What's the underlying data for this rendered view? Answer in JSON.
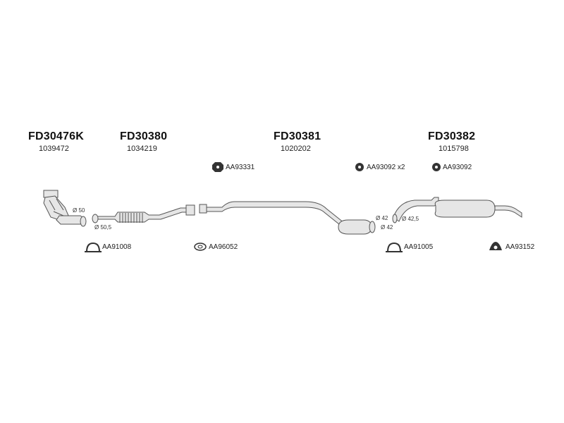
{
  "parts": [
    {
      "code": "FD30476K",
      "ref": "1039472"
    },
    {
      "code": "FD30380",
      "ref": "1034219"
    },
    {
      "code": "FD30381",
      "ref": "1020202"
    },
    {
      "code": "FD30382",
      "ref": "1015798"
    }
  ],
  "accessories": {
    "aa93331": "AA93331",
    "aa93092x2": "AA93092 x2",
    "aa93092": "AA93092",
    "aa91008": "AA91008",
    "aa96052": "AA96052",
    "aa91005": "AA91005",
    "aa93152": "AA93152"
  },
  "dimensions": {
    "d50": "Ø 50",
    "d50_5": "Ø 50,5",
    "d42a": "Ø 42",
    "d42b": "Ø 42",
    "d42_5": "Ø 42,5"
  }
}
